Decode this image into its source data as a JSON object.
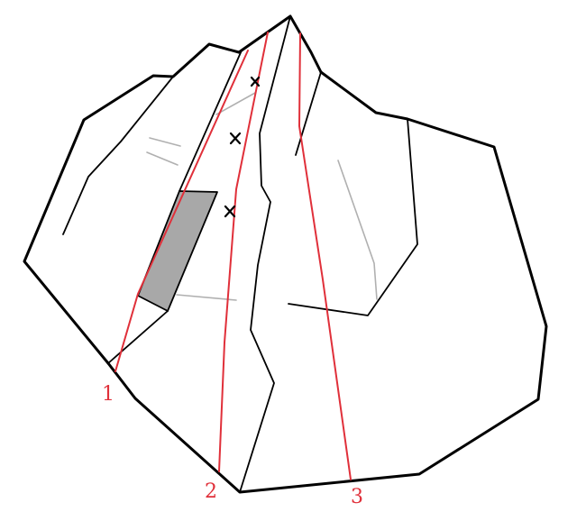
{
  "topo": {
    "routes": [
      {
        "number": "1",
        "color": "#e0303a"
      },
      {
        "number": "2",
        "color": "#e0303a"
      },
      {
        "number": "3",
        "color": "#e0303a"
      }
    ],
    "slab_color": "#a8a8a8",
    "bolt_symbol": "×",
    "bolt_count": 3
  }
}
